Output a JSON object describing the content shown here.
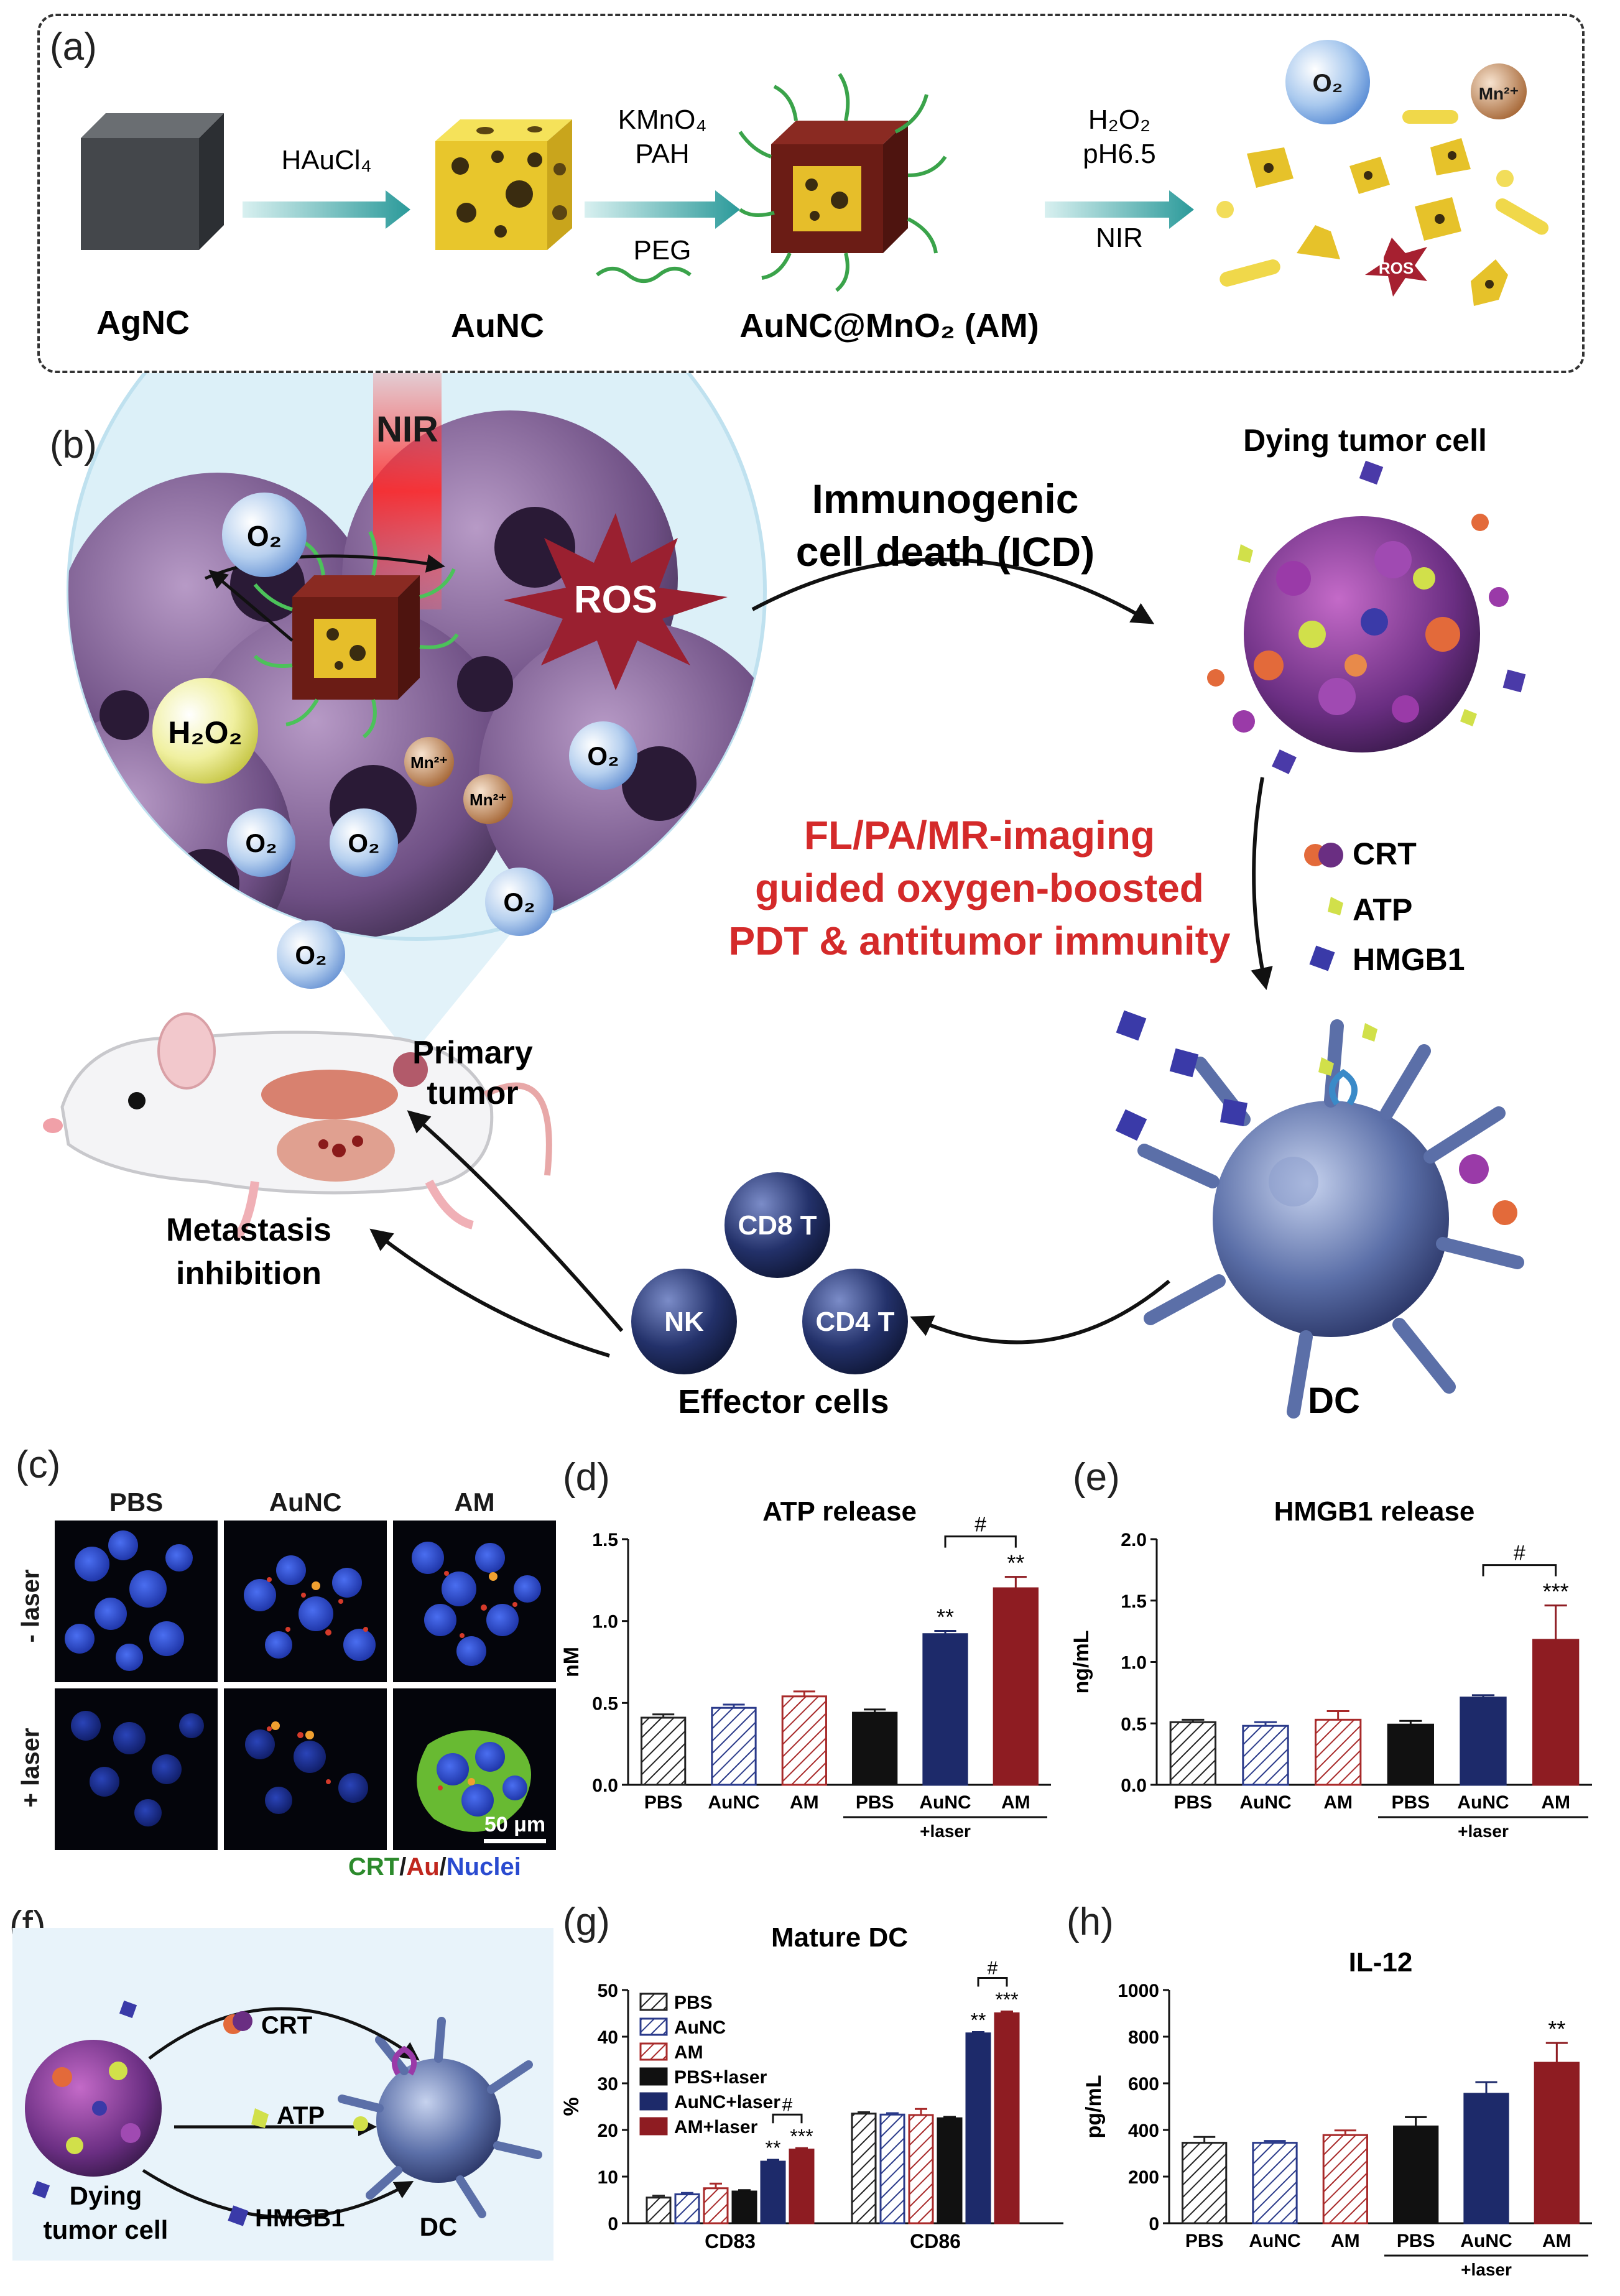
{
  "panel_a": {
    "label": "(a)",
    "steps": [
      {
        "name": "AgNC"
      },
      {
        "name": "AuNC"
      },
      {
        "name": "AuNC@MnO₂ (AM)"
      }
    ],
    "reagents": {
      "r1": "HAuCl₄",
      "r2_top": "KMnO₄",
      "r2_mid": "PAH",
      "r2_bot": "PEG",
      "r3_top": "H₂O₂",
      "r3_mid": "pH6.5",
      "r3_bot": "NIR"
    },
    "products": {
      "o2": "O₂",
      "mn": "Mn²⁺",
      "ros": "ROS"
    }
  },
  "panel_b": {
    "label": "(b)",
    "nir": "NIR",
    "ros": "ROS",
    "h2o2": "H₂O₂",
    "o2": "O₂",
    "mn": "Mn²⁺",
    "icd_line1": "Immunogenic",
    "icd_line2": "cell death (ICD)",
    "dying_tumor_cell": "Dying tumor cell",
    "legend": [
      "CRT",
      "ATP",
      "HMGB1"
    ],
    "headline_line1": "FL/PA/MR-imaging",
    "headline_line2": "guided oxygen-boosted",
    "headline_line3": "PDT & antitumor immunity",
    "primary_tumor_line1": "Primary",
    "primary_tumor_line2": "tumor",
    "metastasis_line1": "Metastasis",
    "metastasis_line2": "inhibition",
    "effector_cells": "Effector cells",
    "cells": [
      "CD8 T",
      "NK",
      "CD4 T"
    ],
    "dc": "DC",
    "colors": {
      "headline": "#d42a2a",
      "ros": "#8e1f2a",
      "cell_body": "#6a4a7e",
      "effector": "#1d2a5c"
    }
  },
  "panel_c": {
    "label": "(c)",
    "columns": [
      "PBS",
      "AuNC",
      "AM"
    ],
    "rows": [
      "- laser",
      "+ laser"
    ],
    "scalebar": "50 μm",
    "stain_crt": "CRT",
    "stain_slash1": "/",
    "stain_au": "Au",
    "stain_slash2": "/",
    "stain_nuclei": "Nuclei",
    "colors": {
      "crt": "#2c8a2c",
      "au": "#c0261e",
      "nuclei": "#2a4bd0"
    }
  },
  "panel_d": {
    "label": "(d)",
    "laser_label": "+laser",
    "chart_data": {
      "type": "bar",
      "title": "ATP release",
      "ylabel": "nM",
      "categories": [
        "PBS",
        "AuNC",
        "AM",
        "PBS",
        "AuNC",
        "AM"
      ],
      "values": [
        0.41,
        0.47,
        0.54,
        0.44,
        0.92,
        1.2
      ],
      "errors": [
        0.02,
        0.02,
        0.03,
        0.02,
        0.02,
        0.07
      ],
      "ylim": [
        0,
        1.5
      ],
      "yticks": [
        "0.0",
        "0.5",
        "1.0",
        "1.5"
      ],
      "annotations": [
        "",
        "",
        "",
        "",
        "**",
        "**"
      ],
      "bracket_label": "#",
      "group_label": "+laser"
    }
  },
  "panel_e": {
    "label": "(e)",
    "laser_label": "+laser",
    "chart_data": {
      "type": "bar",
      "title": "HMGB1 release",
      "ylabel": "ng/mL",
      "categories": [
        "PBS",
        "AuNC",
        "AM",
        "PBS",
        "AuNC",
        "AM"
      ],
      "values": [
        0.51,
        0.48,
        0.53,
        0.49,
        0.71,
        1.18
      ],
      "errors": [
        0.02,
        0.03,
        0.07,
        0.03,
        0.02,
        0.28
      ],
      "ylim": [
        0,
        2.0
      ],
      "yticks": [
        "0.0",
        "0.5",
        "1.0",
        "1.5",
        "2.0"
      ],
      "annotations": [
        "",
        "",
        "",
        "",
        "",
        "***"
      ],
      "bracket_label": "#",
      "group_label": "+laser"
    }
  },
  "panel_f": {
    "label": "(f)",
    "crt": "CRT",
    "atp": "ATP",
    "hmgb1": "HMGB1",
    "dying_line1": "Dying",
    "dying_line2": "tumor cell",
    "dc": "DC"
  },
  "panel_g": {
    "label": "(g)",
    "chart_data": {
      "type": "bar",
      "title": "Mature DC",
      "ylabel": "%",
      "categories": [
        "CD83",
        "CD86"
      ],
      "series": [
        {
          "name": "PBS",
          "values": [
            5.5,
            23.5
          ]
        },
        {
          "name": "AuNC",
          "values": [
            6.2,
            23.3
          ]
        },
        {
          "name": "AM",
          "values": [
            7.5,
            23.2
          ]
        },
        {
          "name": "PBS+laser",
          "values": [
            6.8,
            22.5
          ]
        },
        {
          "name": "AuNC+laser",
          "values": [
            13.2,
            40.7
          ]
        },
        {
          "name": "AM+laser",
          "values": [
            15.8,
            45.0
          ]
        }
      ],
      "errors": [
        [
          0.4,
          0.3
        ],
        [
          0.3,
          0.3
        ],
        [
          1.0,
          1.3
        ],
        [
          0.3,
          0.3
        ],
        [
          0.4,
          0.3
        ],
        [
          0.3,
          0.4
        ]
      ],
      "ylim": [
        0,
        50
      ],
      "yticks": [
        "0",
        "10",
        "20",
        "30",
        "40",
        "50"
      ],
      "annotations": [
        [
          "",
          ""
        ],
        [
          "",
          ""
        ],
        [
          "",
          ""
        ],
        [
          "",
          ""
        ],
        [
          "**",
          "**"
        ],
        [
          "***",
          "***"
        ]
      ],
      "bracket_label": "#"
    }
  },
  "panel_h": {
    "label": "(h)",
    "laser_label": "+laser",
    "chart_data": {
      "type": "bar",
      "title": "IL-12",
      "ylabel": "pg/mL",
      "categories": [
        "PBS",
        "AuNC",
        "AM",
        "PBS",
        "AuNC",
        "AM"
      ],
      "values": [
        345,
        345,
        378,
        415,
        555,
        688
      ],
      "errors": [
        25,
        8,
        20,
        40,
        50,
        85
      ],
      "ylim": [
        0,
        1000
      ],
      "yticks": [
        "0",
        "200",
        "400",
        "600",
        "800",
        "1000"
      ],
      "annotations": [
        "",
        "",
        "",
        "",
        "",
        "**"
      ],
      "group_label": "+laser"
    }
  },
  "bar_styles": [
    {
      "fill": "#ffffff",
      "stroke": "#222222",
      "hatch": "#222222"
    },
    {
      "fill": "#ffffff",
      "stroke": "#2a3a8a",
      "hatch": "#2a3a8a"
    },
    {
      "fill": "#ffffff",
      "stroke": "#a82a2a",
      "hatch": "#a82a2a"
    },
    {
      "fill": "#111111",
      "stroke": "#111111",
      "hatch": ""
    },
    {
      "fill": "#1d2a6a",
      "stroke": "#1d2a6a",
      "hatch": ""
    },
    {
      "fill": "#8e1c22",
      "stroke": "#8e1c22",
      "hatch": ""
    }
  ]
}
